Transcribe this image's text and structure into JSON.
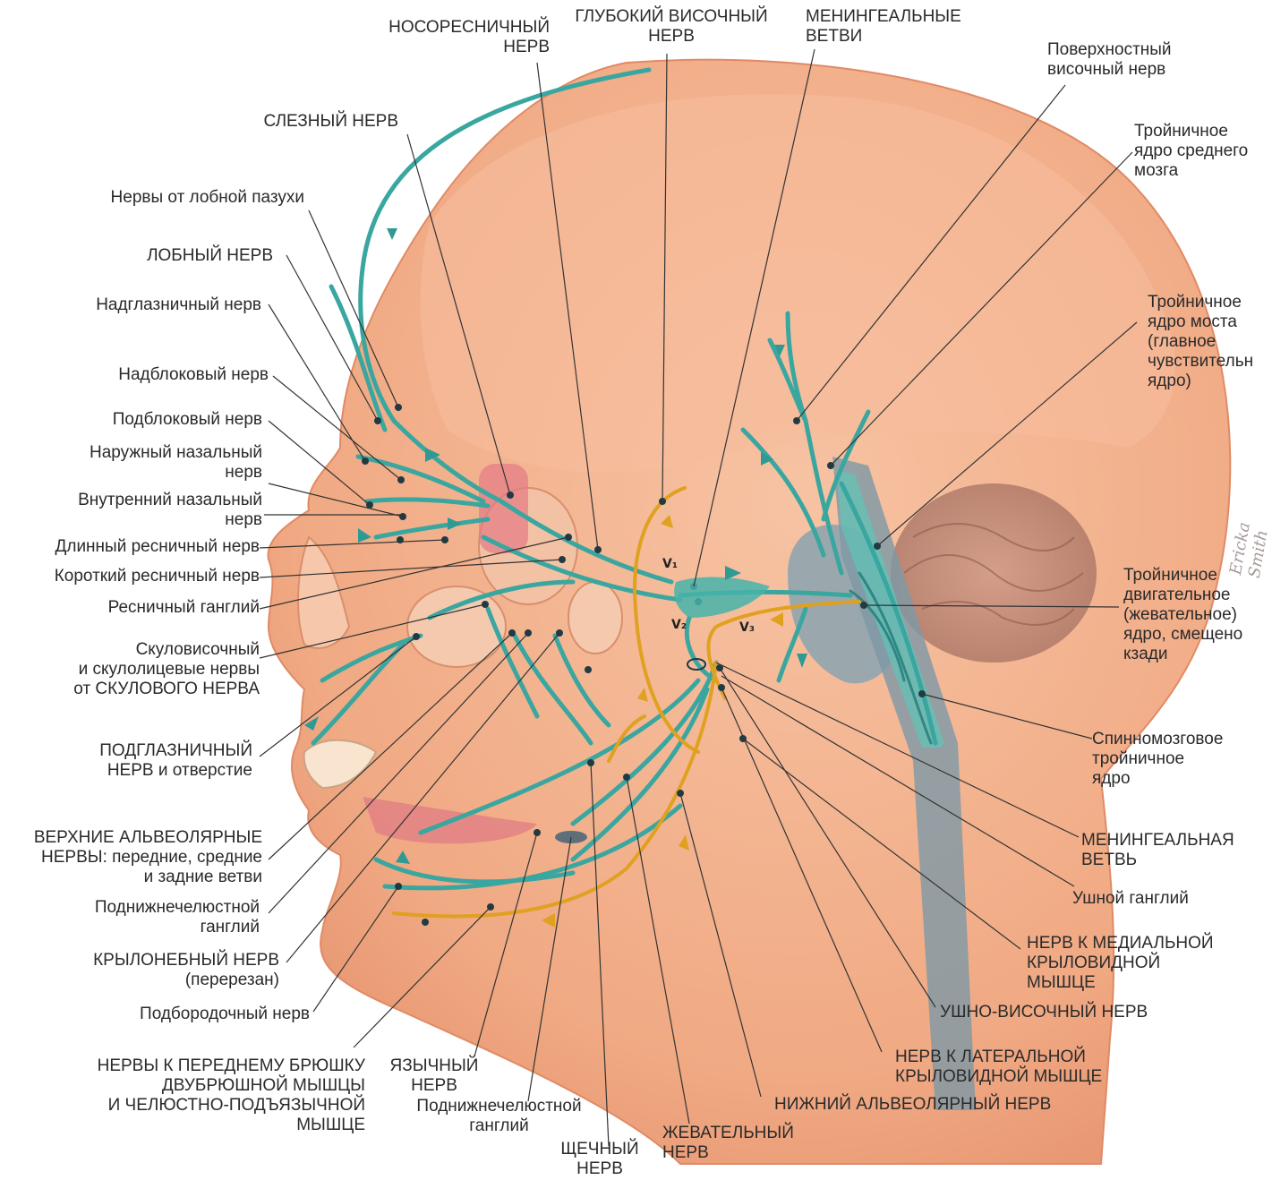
{
  "colors": {
    "skin": "#f3b08b",
    "skin_shade": "#e59a78",
    "nerve_sensory": "#3aa6a0",
    "nerve_sensory_dark": "#217c7a",
    "nerve_motor": "#e0a020",
    "brainstem": "#7d9aa8",
    "leader_line": "#333333"
  },
  "labels": {
    "nasociliary": "НОСОРЕСНИЧНЫЙ\nНЕРВ",
    "deep_temporal": "ГЛУБОКИЙ ВИСОЧНЫЙ\nНЕРВ",
    "meningeal_branches": "МЕНИНГЕАЛЬНЫЕ\nВЕТВИ",
    "superficial_temporal": "Поверхностный\nвисочный нерв",
    "lacrimal": "СЛЕЗНЫЙ НЕРВ",
    "frontal_sinus": "Нервы от лобной пазухи",
    "frontal": "ЛОБНЫЙ НЕРВ",
    "supraorbital": "Надглазничный нерв",
    "supratrochlear": "Надблоковый нерв",
    "infratrochlear": "Подблоковый нерв",
    "external_nasal": "Наружный назальный\nнерв",
    "internal_nasal": "Внутренний назальный\nнерв",
    "long_ciliary": "Длинный ресничный нерв",
    "short_ciliary": "Короткий ресничный нерв",
    "ciliary_ganglion": "Ресничный ганглий",
    "zygomatic": "Скуловисочный\nи скулолицевые нервы\nот СКУЛОВОГО НЕРВА",
    "infraorbital": "ПОДГЛАЗНИЧНЫЙ\nНЕРВ и отверстие",
    "superior_alveolar": "ВЕРХНИЕ АЛЬВЕОЛЯРНЫЕ\nНЕРВЫ: передние, средние\nи задние ветви",
    "submandibular_ganglion_left": "Поднижнечелюстной\nганглий",
    "pterygopalatine": "КРЫЛОНЕБНЫЙ НЕРВ\n(перерезан)",
    "mental": "Подбородочный нерв",
    "digastric": "НЕРВЫ К ПЕРЕДНЕМУ БРЮШКУ\nДВУБРЮШНОЙ МЫШЦЫ\nИ ЧЕЛЮСТНО-ПОДЪЯЗЫЧНОЙ\nМЫШЦЕ",
    "lingual": "ЯЗЫЧНЫЙ\nНЕРВ",
    "submandibular_ganglion_bottom": "Поднижнечелюстной\nганглий",
    "buccal": "ЩЕЧНЫЙ\nНЕРВ",
    "masseteric": "ЖЕВАТЕЛЬНЫЙ\nНЕРВ",
    "inferior_alveolar": "НИЖНИЙ АЛЬВЕОЛЯРНЫЙ НЕРВ",
    "lateral_pterygoid": "НЕРВ К ЛАТЕРАЛЬНОЙ\nКРЫЛОВИДНОЙ МЫШЦЕ",
    "auriculotemporal": "УШНО-ВИСОЧНЫЙ НЕРВ",
    "medial_pterygoid": "НЕРВ К МЕДИАЛЬНОЙ\nКРЫЛОВИДНОЙ\nМЫШЦЕ",
    "otic_ganglion": "Ушной ганглий",
    "meningeal_branch": "МЕНИНГЕАЛЬНАЯ\nВЕТВЬ",
    "spinal_nucleus": "Спинномозговое\nтройничное\nядро",
    "motor_nucleus": "Тройничное\nдвигательное\n(жевательное)\nядро, смещено\nкзади",
    "pontine_nucleus": "Тройничное\nядро моста\n(главное\nчувствительн\nядро)",
    "mesencephalic_nucleus": "Тройничное\nядро среднего\nмозга",
    "v1": "V₁",
    "v2": "V₂",
    "v3": "V₃"
  },
  "signature": "Ericka Smith"
}
